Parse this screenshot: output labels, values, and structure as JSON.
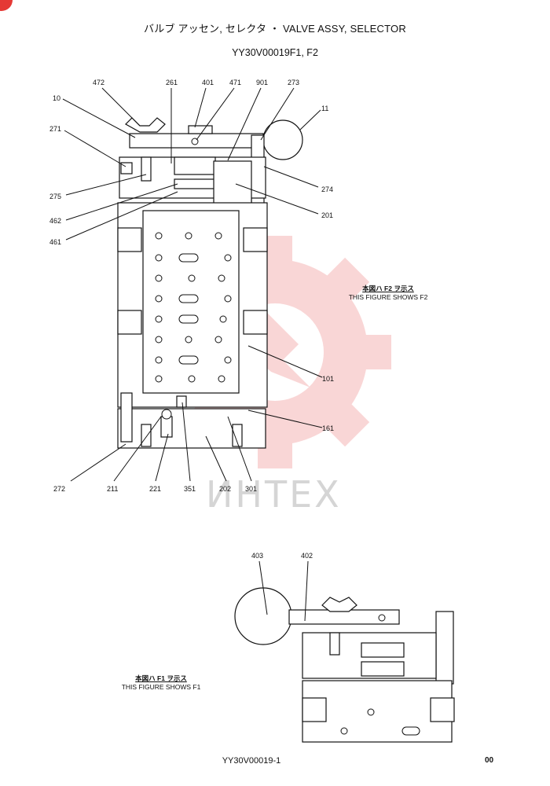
{
  "header": {
    "title": "バルブ アッセン, セレクタ ・ VALVE ASSY, SELECTOR",
    "subtitle": "YY30V00019F1, F2"
  },
  "labels": {
    "l472": "472",
    "l261": "261",
    "l401": "401",
    "l471": "471",
    "l901": "901",
    "l273": "273",
    "l10": "10",
    "l11": "11",
    "l271": "271",
    "l274": "274",
    "l275": "275",
    "l201": "201",
    "l462": "462",
    "l461": "461",
    "l101": "101",
    "l161": "161",
    "l272": "272",
    "l211": "211",
    "l221": "221",
    "l351": "351",
    "l202": "202",
    "l301": "301",
    "l403": "403",
    "l402": "402"
  },
  "notes": {
    "f2_jp": "本図ハ F2 ヲ示ス",
    "f2_en": "THIS FIGURE SHOWS F2",
    "f1_jp": "本図ハ F1 ヲ示ス",
    "f1_en": "THIS FIGURE SHOWS F1"
  },
  "watermark": {
    "text": "ИНТЕХ",
    "color": "#e53935"
  },
  "footer": {
    "doc_number": "YY30V00019-1",
    "page": "00"
  }
}
